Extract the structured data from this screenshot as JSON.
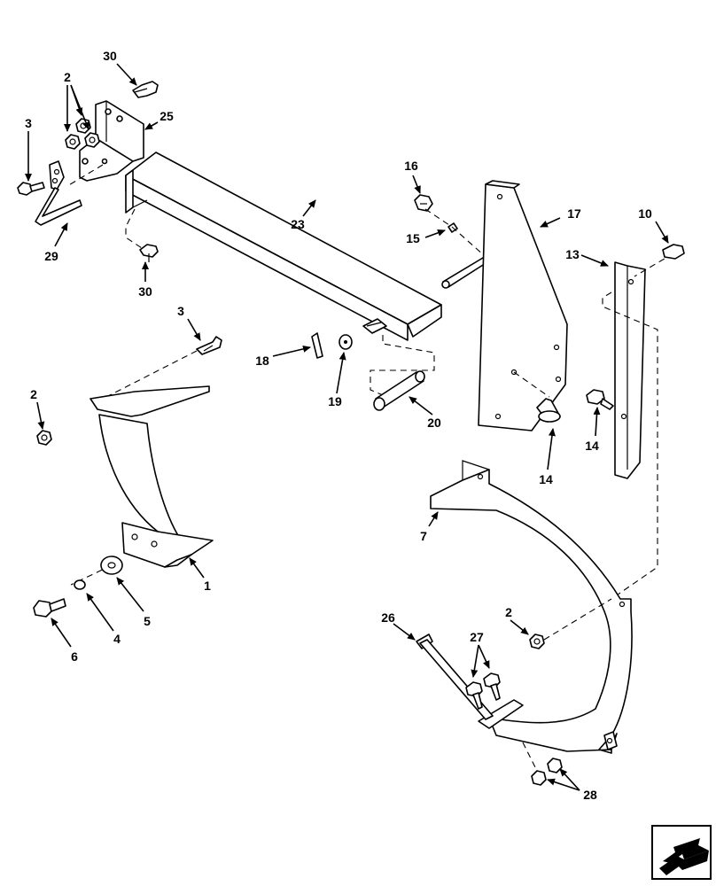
{
  "diagram": {
    "callouts": [
      "30",
      "2",
      "25",
      "3",
      "23",
      "29",
      "30",
      "3",
      "16",
      "15",
      "17",
      "10",
      "13",
      "18",
      "19",
      "20",
      "2",
      "14",
      "14",
      "1",
      "7",
      "5",
      "4",
      "6",
      "2",
      "26",
      "27",
      "28"
    ]
  },
  "nav_icon": "next-page-arrow-icon"
}
